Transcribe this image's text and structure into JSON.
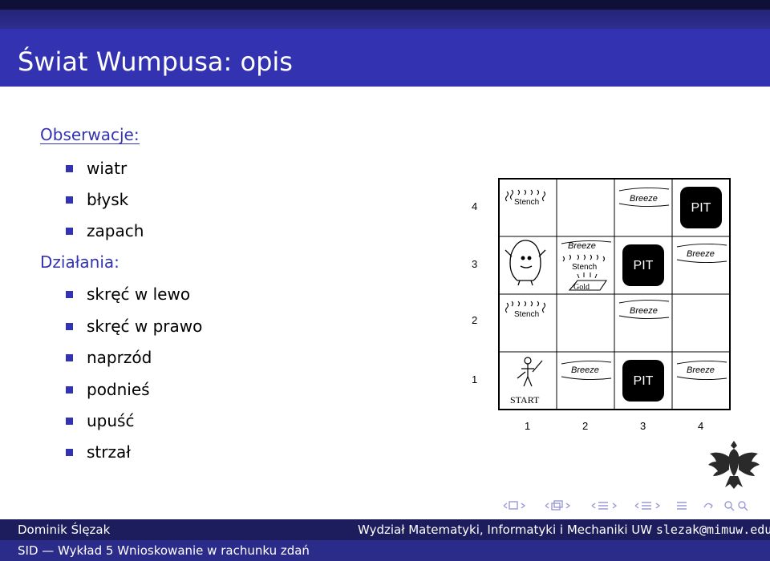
{
  "title": "Świat Wumpusa: opis",
  "observations": {
    "heading": "Obserwacje:",
    "items": [
      "wiatr",
      "błysk",
      "zapach"
    ]
  },
  "actions": {
    "heading": "Działania:",
    "items": [
      "skręć w lewo",
      "skręć w prawo",
      "naprzód",
      "podnieś",
      "upuść",
      "strzał"
    ]
  },
  "grid": {
    "row_labels": [
      "4",
      "3",
      "2",
      "1"
    ],
    "col_labels": [
      "1",
      "2",
      "3",
      "4"
    ],
    "labels": {
      "stench": "Stench",
      "breeze": "Breeze",
      "pit": "PIT",
      "gold": "Gold",
      "start": "START"
    }
  },
  "footer": {
    "author": "Dominik Ślęzak",
    "institution": "Wydział Matematyki, Informatyki i Mechaniki UW",
    "email": "slezak@mimuw.edu.pl",
    "talk": "SID — Wykład 5 Wnioskowanie w rachunku zdań"
  },
  "colors": {
    "title_bar": "#3333b2",
    "footer_dark": "#1d1d5e",
    "footer_light": "#2b2b8a",
    "bullet": "#3333b2"
  },
  "icons": [
    "wumpus-icon",
    "agent-icon",
    "gold-icon",
    "eagle-emblem-icon"
  ]
}
